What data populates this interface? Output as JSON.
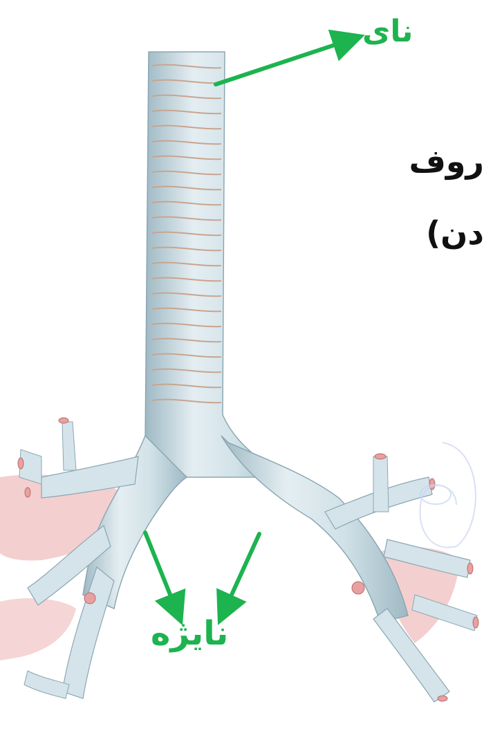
{
  "labels": {
    "trachea": "نای",
    "bronchi": "نایژه"
  },
  "partial_text": {
    "line1": "روف",
    "line2": "دن)"
  },
  "colors": {
    "arrow_green": "#1db34f",
    "airway_fill": "#cfe0e6",
    "airway_shadow": "#9fb9c4",
    "cartilage_line": "#c9a48e",
    "lung_pink": "#f2c7c7",
    "text_dark": "#111111"
  }
}
